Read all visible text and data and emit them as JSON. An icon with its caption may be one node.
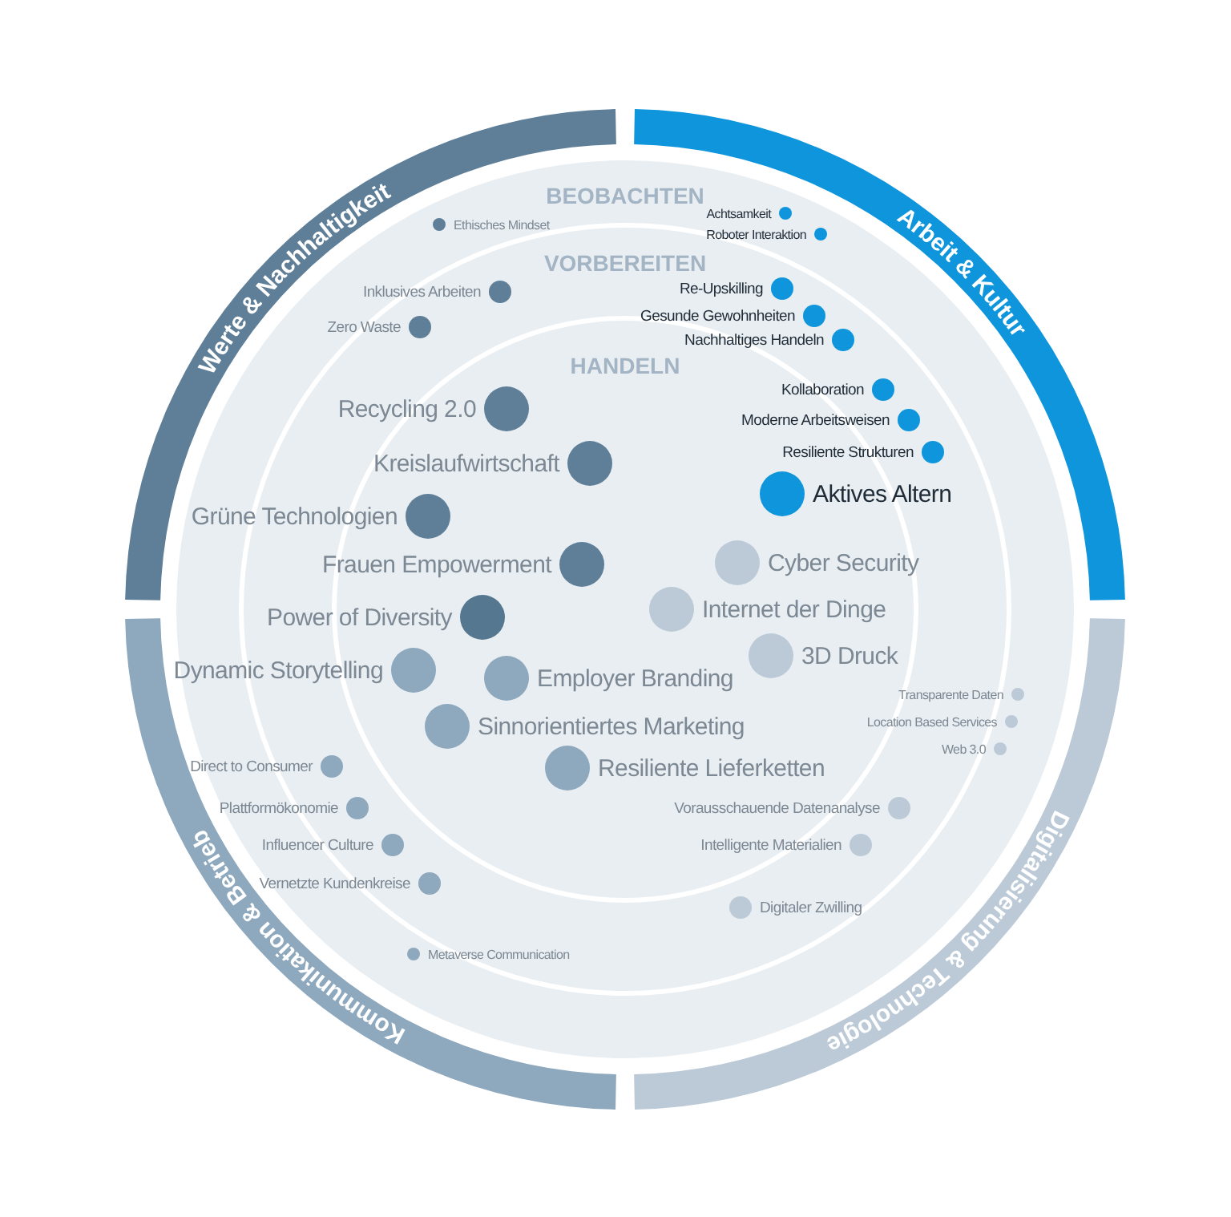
{
  "diagram": {
    "nodes": [
      {
        "text": [
          "Werte & Nachhaltigkeit"
        ]
      },
      {
        "text": [
          "Arbeit & Kultur"
        ]
      },
      {
        "text": [
          "Kommunikation & Betrieb"
        ]
      },
      {
        "text": [
          "Digitalisierung & Technologie"
        ]
      }
    ],
    "labels": [
      "BEOBACHTEN",
      "Achtsamkeit",
      "Ethisches Mindset",
      "Roboter Interaktion",
      "VORBEREITEN",
      "Re-Upskilling",
      "Inklusives Arbeiten",
      "Gesunde Gewohnheiten",
      "Zero Waste",
      "Nachhaltiges Handeln",
      "HANDELN",
      "Kollaboration",
      "Recycling 2.0",
      "Moderne Arbeitsweisen",
      "Resiliente Strukturen",
      "Kreislaufwirtschaft",
      "Aktives Altern",
      "Grüne Technologien",
      "Frauen Empowerment",
      "Cyber Security",
      "Internet der Dinge",
      "Power of Diversity",
      "3D Druck",
      "Dynamic Storytelling",
      "Employer Branding",
      "Transparente Daten",
      "Location Based Services",
      "Sinnorientiertes Marketing",
      "Web 3.0",
      "Direct to Consumer",
      "Resiliente Lieferketten",
      "Plattformökonomie",
      "Vorausschauende Datenanalyse",
      "Influencer Culture",
      "Intelligente Materialien",
      "Vernetzte Kundenkreise",
      "Digitaler Zwilling",
      "Metaverse Communication"
    ]
  }
}
